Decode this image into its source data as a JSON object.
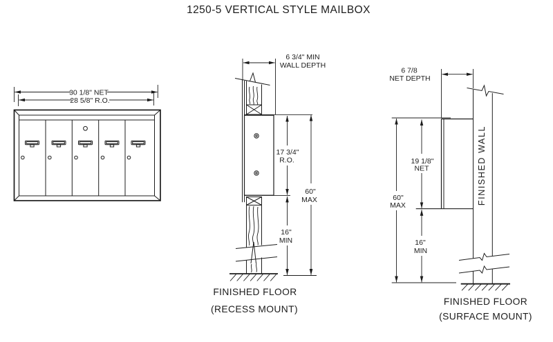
{
  "title": "1250-5 VERTICAL STYLE MAILBOX",
  "colors": {
    "line": "#1c1c1c",
    "background": "#ffffff"
  },
  "front_view": {
    "dim_net": "30 1/8\" NET",
    "dim_ro": "28 5/8\" R.O."
  },
  "recess_view": {
    "dim_wall_depth_line1": "6 3/4\" MIN",
    "dim_wall_depth_line2": "WALL DEPTH",
    "dim_ro_line1": "17 3/4\"",
    "dim_ro_line2": "R.O.",
    "dim_max_line1": "60\"",
    "dim_max_line2": "MAX",
    "dim_min_line1": "16\"",
    "dim_min_line2": "MIN",
    "floor_label": "FINISHED FLOOR",
    "mount_label": "(RECESS MOUNT)"
  },
  "surface_view": {
    "dim_depth_line1": "6 7/8",
    "dim_depth_line2": "NET DEPTH",
    "dim_net_line1": "19 1/8\"",
    "dim_net_line2": "NET",
    "dim_max_line1": "60\"",
    "dim_max_line2": "MAX",
    "dim_min_line1": "16\"",
    "dim_min_line2": "MIN",
    "wall_label": "FINISHED WALL",
    "floor_label": "FINISHED FLOOR",
    "mount_label": "(SURFACE MOUNT)"
  }
}
